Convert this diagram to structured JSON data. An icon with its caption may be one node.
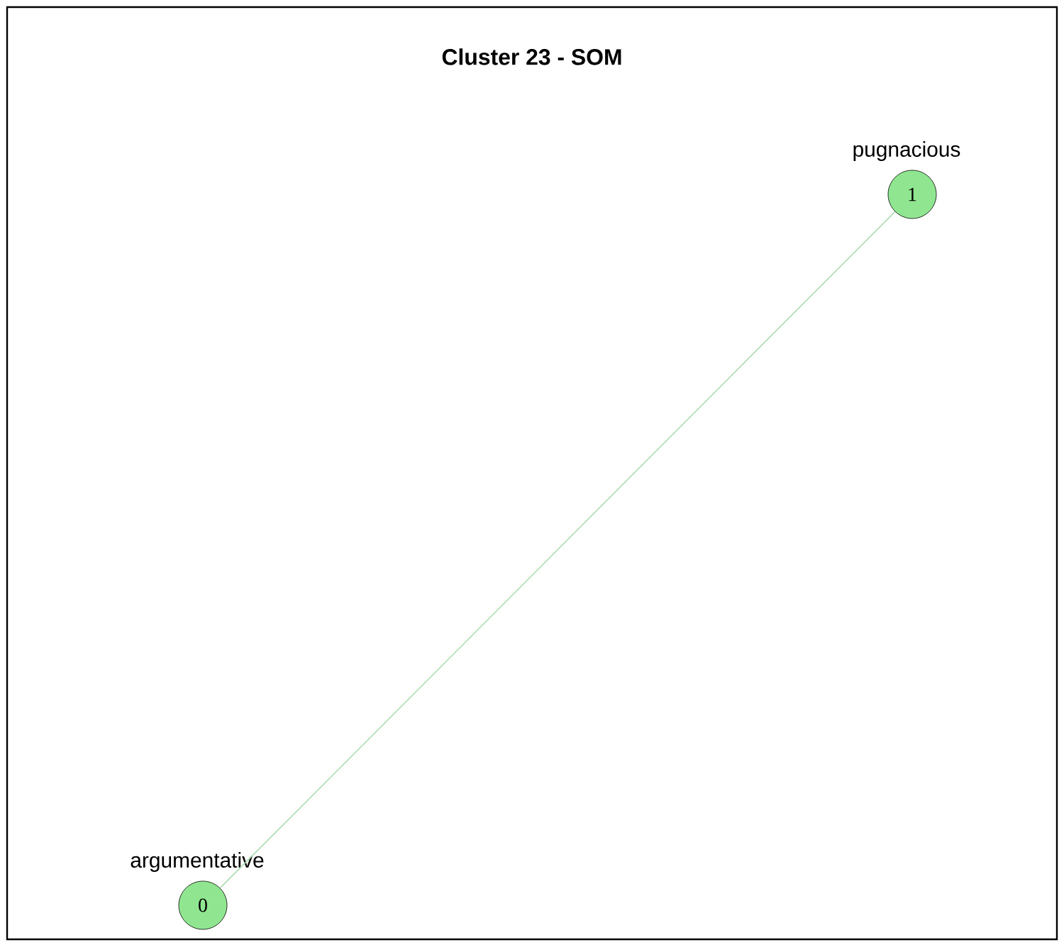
{
  "diagram": {
    "title": "Cluster 23 - SOM",
    "nodes": [
      {
        "text": [
          "0"
        ],
        "beside": [
          "argumentative"
        ]
      },
      {
        "text": [
          "1"
        ],
        "beside": [
          "pugnacious"
        ]
      }
    ],
    "edges": [
      {
        "from": 0,
        "to": 1,
        "arrow": "none",
        "color": "#b0dcb0"
      }
    ]
  }
}
